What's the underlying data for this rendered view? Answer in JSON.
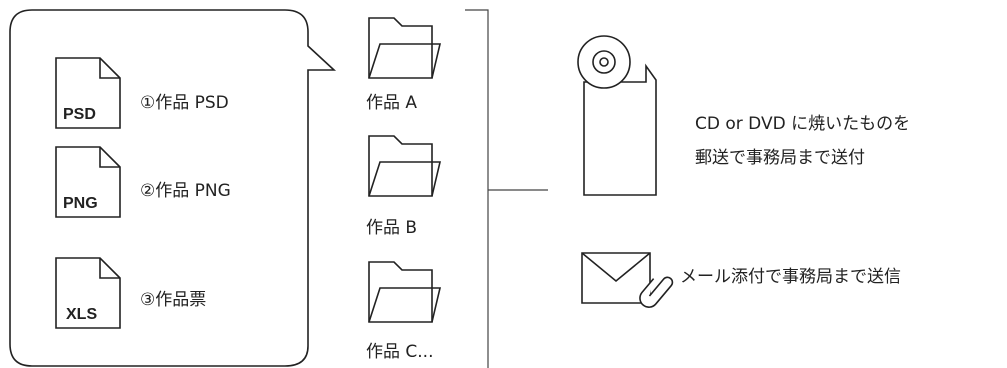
{
  "files": [
    {
      "icon": "psd-file-icon",
      "type_label": "PSD",
      "caption": "①作品 PSD"
    },
    {
      "icon": "png-file-icon",
      "type_label": "PNG",
      "caption": "②作品 PNG"
    },
    {
      "icon": "xls-file-icon",
      "type_label": "XLS",
      "caption": "③作品票"
    }
  ],
  "folders": [
    {
      "icon": "folder-icon",
      "label": "作品 A"
    },
    {
      "icon": "folder-icon",
      "label": "作品 B"
    },
    {
      "icon": "folder-icon",
      "label": "作品 C..."
    }
  ],
  "submission_options": [
    {
      "icon": "cd-envelope-icon",
      "lines": [
        "CD or DVD に焼いたものを",
        "郵送で事務局まで送付"
      ]
    },
    {
      "icon": "mail-attachment-icon",
      "lines": [
        "メール添付で事務局まで送信"
      ]
    }
  ],
  "colors": {
    "stroke": "#222222",
    "text": "#222222",
    "background": "#ffffff"
  }
}
